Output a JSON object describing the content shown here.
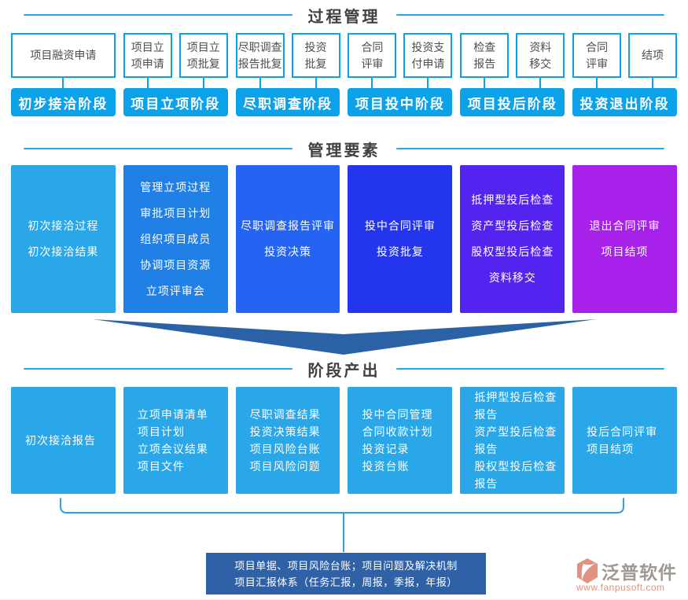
{
  "colors": {
    "accent_blue": "#0ca2e9",
    "light_blue": "#29a7e8",
    "header_line": "#2ba7e8",
    "arrow": "#2a62a5",
    "summary_bg": "#2f61a6",
    "logo_orange": "#df8977"
  },
  "process": {
    "title": "过程管理",
    "columns": [
      {
        "stage": "初步接洽阶段",
        "boxes": [
          [
            "项目融资申请"
          ]
        ]
      },
      {
        "stage": "项目立项阶段",
        "boxes": [
          [
            "项目立",
            "项申请"
          ],
          [
            "项目立",
            "项批复"
          ]
        ]
      },
      {
        "stage": "尽职调查阶段",
        "boxes": [
          [
            "尽职调查",
            "报告批复"
          ],
          [
            "投资",
            "批复"
          ]
        ]
      },
      {
        "stage": "项目投中阶段",
        "boxes": [
          [
            "合同",
            "评审"
          ],
          [
            "投资支",
            "付申请"
          ]
        ]
      },
      {
        "stage": "项目投后阶段",
        "boxes": [
          [
            "检查",
            "报告"
          ],
          [
            "资料",
            "移交"
          ]
        ]
      },
      {
        "stage": "投资退出阶段",
        "boxes": [
          [
            "合同",
            "评审"
          ],
          [
            "结项"
          ]
        ]
      }
    ]
  },
  "elements": {
    "title": "管理要素",
    "boxes": [
      {
        "color": "#29a7e8",
        "lines": [
          "初次接洽过程",
          "初次接洽结果"
        ]
      },
      {
        "color": "#2080e6",
        "lines": [
          "管理立项过程",
          "审批项目计划",
          "组织项目成员",
          "协调项目资源",
          "立项评审会"
        ]
      },
      {
        "color": "#2563f2",
        "lines": [
          "尽职调查报告评审",
          "投资决策"
        ]
      },
      {
        "color": "#2336ee",
        "lines": [
          "投中合同评审",
          "投资批复"
        ]
      },
      {
        "color": "#5324f0",
        "lines": [
          "抵押型投后检查",
          "资产型投后检查",
          "股权型投后检查",
          "资料移交"
        ]
      },
      {
        "color": "#a821eb",
        "lines": [
          "退出合同评审",
          "项目结项"
        ]
      }
    ]
  },
  "outputs": {
    "title": "阶段产出",
    "boxes": [
      {
        "lines": [
          "初次接洽报告"
        ]
      },
      {
        "lines": [
          "立项申请清单",
          "项目计划",
          "立项会议结果",
          "项目文件"
        ]
      },
      {
        "lines": [
          "尽职调查结果",
          "投资决策结果",
          "项目风险台账",
          "项目风险问题"
        ]
      },
      {
        "lines": [
          "投中合同管理",
          "合同收款计划",
          "投资记录",
          "投资台账"
        ]
      },
      {
        "lines": [
          "抵押型投后检查",
          "报告",
          "资产型投后检查",
          "报告",
          "股权型投后检查",
          "报告"
        ]
      },
      {
        "lines": [
          "投后合同评审",
          "项目结项"
        ]
      }
    ]
  },
  "summary": {
    "line1": "项目单据、项目风险台账；项目问题及解决机制",
    "line2": "项目汇报体系（任务汇报，周报，季报，年报）"
  },
  "logo": {
    "name": "泛普软件",
    "url": "www.fanpusoft.com"
  }
}
